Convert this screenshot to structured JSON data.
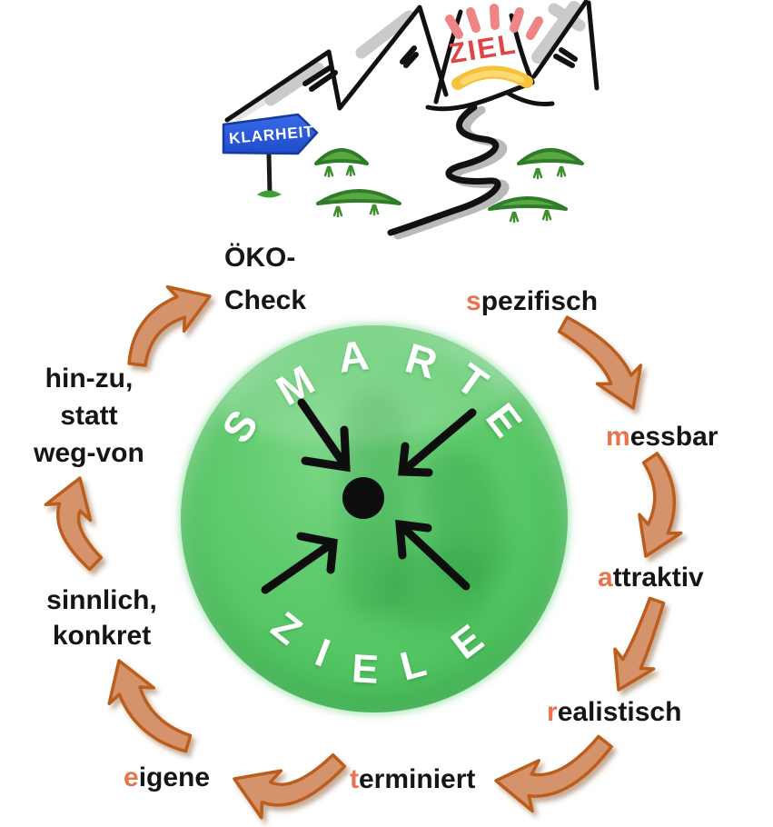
{
  "scene": {
    "ziel": "ZIEL",
    "klarheit": "KLARHEIT"
  },
  "center": {
    "top_word": "SMARTE",
    "bottom_word": "ZIELE"
  },
  "labels": {
    "oeko": {
      "lines": [
        "ÖKO-",
        "Check"
      ]
    },
    "spezifisch": {
      "accent": "s",
      "rest": "pezifisch"
    },
    "messbar": {
      "accent": "m",
      "rest": "essbar"
    },
    "attraktiv": {
      "accent": "a",
      "rest": "ttraktiv"
    },
    "realistisch": {
      "accent": "r",
      "rest": "ealistisch"
    },
    "terminiert": {
      "accent": "t",
      "rest": "erminiert"
    },
    "eigene": {
      "accent": "e",
      "rest": "igene"
    },
    "sinnlich": {
      "lines": [
        "sinnlich,",
        "konkret"
      ]
    },
    "hinzu": {
      "lines": [
        "hin-zu,",
        "statt",
        "weg-von"
      ]
    }
  },
  "colors": {
    "accent": "#e8744e",
    "arrow_fill": "#d4936a",
    "arrow_stroke": "#bd5d1f",
    "circle_green": "#53c563",
    "ziel_red": "#e04545",
    "sign_blue": "#2e5ed9",
    "ray_pink": "#ef8484",
    "sun_yellow": "#f5c23a",
    "text_black": "#151515",
    "letter_white": "#ffffff"
  }
}
